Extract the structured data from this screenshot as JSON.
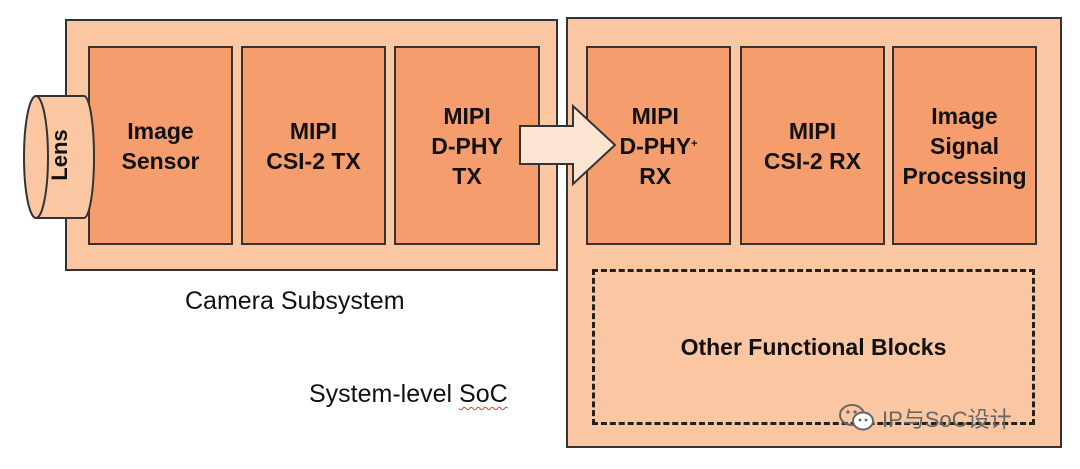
{
  "camera_subsystem": {
    "caption": "Camera Subsystem",
    "lens_label": "Lens",
    "blocks": [
      {
        "label": "Image\nSensor"
      },
      {
        "label": "MIPI\nCSI-2 TX"
      },
      {
        "label": "MIPI\nD-PHY\nTX"
      }
    ]
  },
  "soc": {
    "caption_main": "System-level ",
    "caption_suffix": "SoC",
    "blocks": [
      {
        "label": "MIPI\nD-PHY\nRX"
      },
      {
        "label": "MIPI\nCSI-2 RX"
      },
      {
        "label": "Image\nSignal\nProcessing"
      }
    ],
    "rx_superscript": "+",
    "other_blocks_label": "Other Functional Blocks"
  },
  "watermark": {
    "text": "IP与SoC设计"
  },
  "colors": {
    "container_fill": "#fbc7a3",
    "block_fill": "#f59d6c",
    "arrow_fill": "#fde4d2",
    "outline": "#333333"
  }
}
